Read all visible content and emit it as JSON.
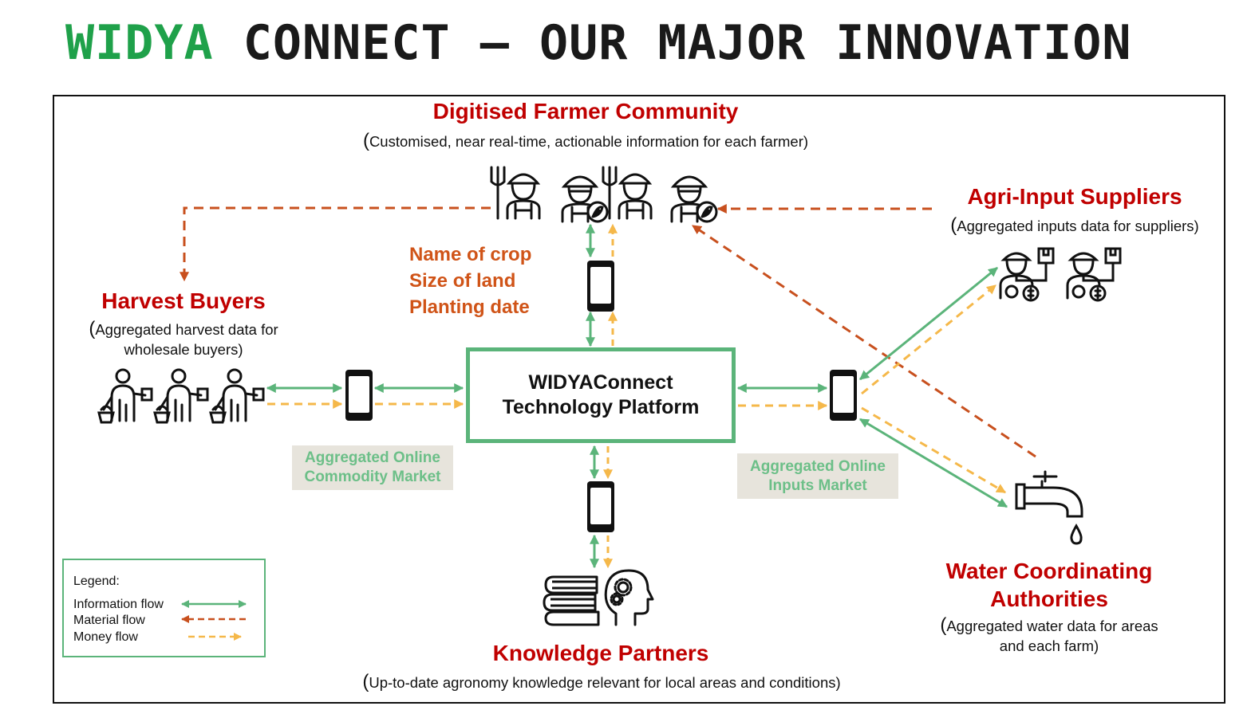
{
  "title": {
    "brand": "WIDYA",
    "rest": "CONNECT – OUR MAJOR INNOVATION"
  },
  "farmers": {
    "title": "Digitised Farmer Community",
    "subtitle": "Customised, near real-time, actionable information for each farmer)"
  },
  "crop_info": {
    "line1": "Name of crop",
    "line2": "Size of land",
    "line3": "Planting date"
  },
  "buyers": {
    "title": "Harvest Buyers",
    "subtitle_line1": "Aggregated harvest data for",
    "subtitle_line2": "wholesale buyers)"
  },
  "suppliers": {
    "title": "Agri-Input Suppliers",
    "subtitle": "Aggregated inputs data for suppliers)"
  },
  "platform": {
    "line1": "WIDYAConnect",
    "line2": "Technology Platform"
  },
  "commodity_market": {
    "line1": "Aggregated Online",
    "line2": "Commodity Market"
  },
  "inputs_market": {
    "line1": "Aggregated Online",
    "line2": "Inputs Market"
  },
  "water": {
    "title_line1": "Water Coordinating",
    "title_line2": "Authorities",
    "subtitle_line1": "Aggregated water data for areas",
    "subtitle_line2": "and each farm)"
  },
  "knowledge": {
    "title": "Knowledge Partners",
    "subtitle": "Up-to-date agronomy knowledge relevant for local areas and conditions)"
  },
  "legend": {
    "title": "Legend:",
    "information": "Information flow",
    "material": "Material flow",
    "money": "Money flow"
  },
  "colors": {
    "information": "#5bb47a",
    "material": "#c8501e",
    "money": "#f5b84a",
    "heading_red": "#c00000",
    "brand_green": "#1fa14a"
  },
  "icons": [
    "farmer-man-icon",
    "farmer-woman-icon",
    "buyer-basket-icon",
    "supplier-icon",
    "smartphone-icon",
    "books-icon",
    "head-gears-icon",
    "water-tap-icon"
  ]
}
